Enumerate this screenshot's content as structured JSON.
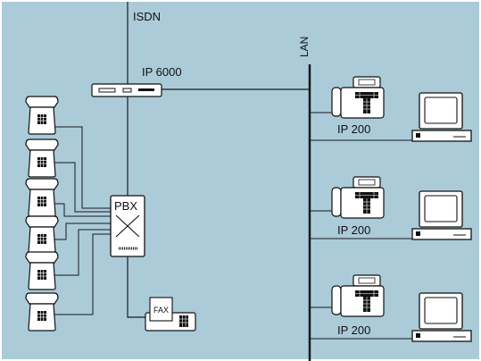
{
  "labels": {
    "isdn": "ISDN",
    "lan": "LAN",
    "gateway": "IP 6000",
    "pbx": "PBX",
    "fax": "FAX",
    "ip_phones": [
      "IP 200",
      "IP 200",
      "IP 200"
    ]
  },
  "colors": {
    "background": "#abcbd9",
    "line": "#1a1a1a",
    "device": "#ffffff"
  }
}
